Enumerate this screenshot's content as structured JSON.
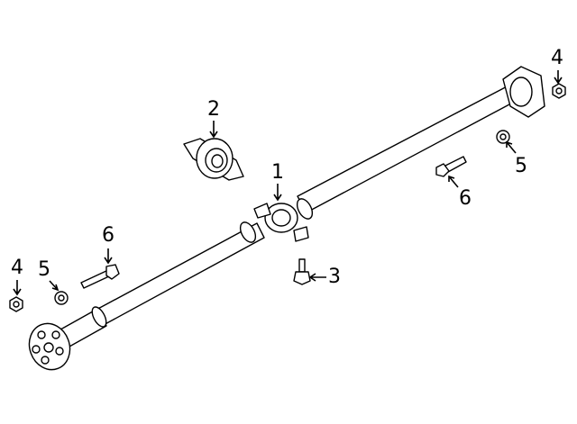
{
  "diagram": {
    "title": "Drive Shaft Assembly",
    "callouts": [
      {
        "id": "c1",
        "label": "1",
        "part": "drive-shaft"
      },
      {
        "id": "c2",
        "label": "2",
        "part": "center-support-bearing"
      },
      {
        "id": "c3",
        "label": "3",
        "part": "bearing-bolt"
      },
      {
        "id": "c4a",
        "label": "4",
        "part": "rear-nut"
      },
      {
        "id": "c4b",
        "label": "4",
        "part": "front-nut"
      },
      {
        "id": "c5a",
        "label": "5",
        "part": "rear-washer-nut"
      },
      {
        "id": "c5b",
        "label": "5",
        "part": "front-washer-nut"
      },
      {
        "id": "c6a",
        "label": "6",
        "part": "rear-bolt"
      },
      {
        "id": "c6b",
        "label": "6",
        "part": "front-bolt"
      }
    ],
    "colors": {
      "line": "#000000",
      "background": "#ffffff"
    }
  }
}
